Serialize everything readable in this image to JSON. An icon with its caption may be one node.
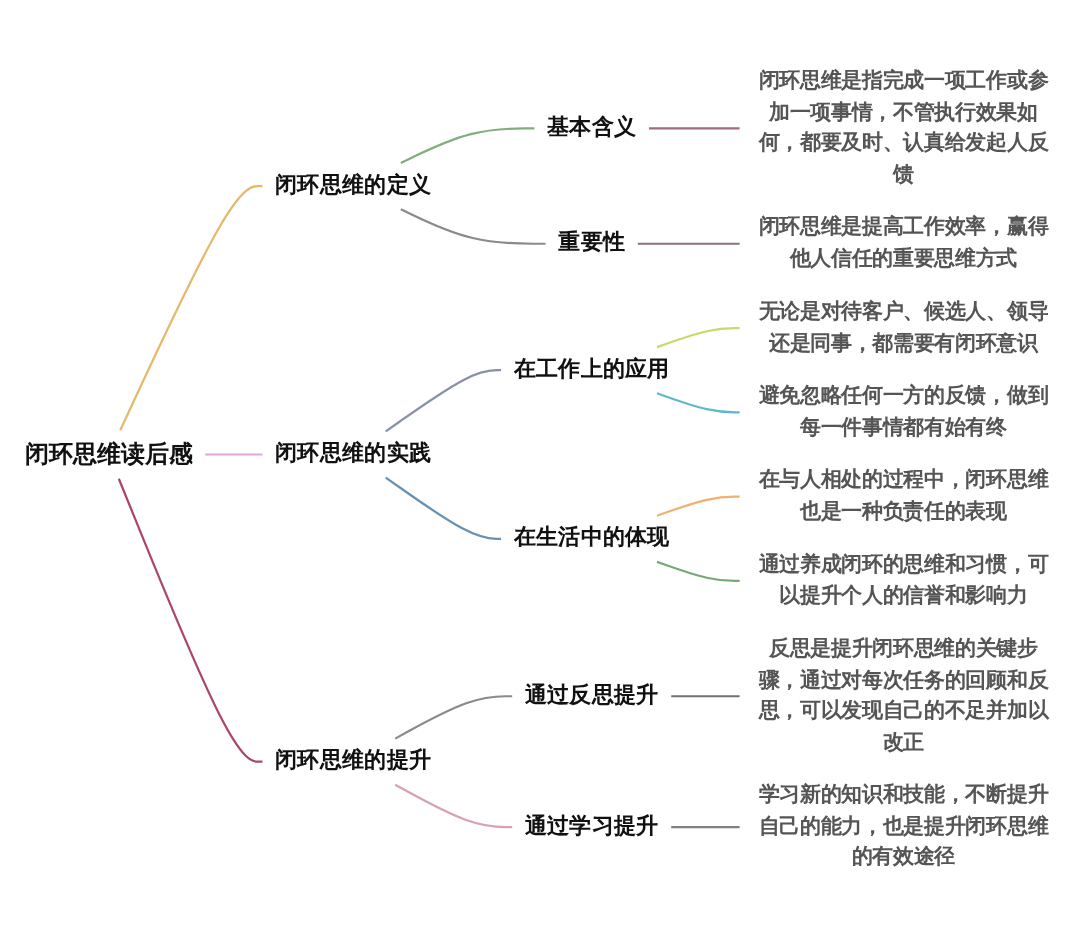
{
  "diagram": {
    "nodes": [
      {
        "text": [
          "闭环思维读后感"
        ]
      },
      {
        "text": [
          "闭环思维的定义"
        ]
      },
      {
        "text": [
          "基本含义"
        ]
      },
      {
        "text": [
          "闭环思维是指完成一项工作或参加一项事情，不管执行效果如何，都要及时、认真给发起人反馈"
        ]
      },
      {
        "text": [
          "重要性"
        ]
      },
      {
        "text": [
          "闭环思维是提高工作效率，赢得他人信任的重要思维方式"
        ]
      },
      {
        "text": [
          "闭环思维的实践"
        ]
      },
      {
        "text": [
          "在工作上的应用"
        ]
      },
      {
        "text": [
          "无论是对待客户、候选人、领导还是同事，都需要有闭环意识"
        ]
      },
      {
        "text": [
          "避免忽略任何一方的反馈，做到每一件事情都有始有终"
        ]
      },
      {
        "text": [
          "在生活中的体现"
        ]
      },
      {
        "text": [
          "在与人相处的过程中，闭环思维也是一种负责任的表现"
        ]
      },
      {
        "text": [
          "通过养成闭环的思维和习惯，可以提升个人的信誉和影响力"
        ]
      },
      {
        "text": [
          "闭环思维的提升"
        ]
      },
      {
        "text": [
          "通过反思提升"
        ]
      },
      {
        "text": [
          "反思是提升闭环思维的关键步骤，通过对每次任务的回顾和反思，可以发现自己的不足并加以改正"
        ]
      },
      {
        "text": [
          "通过学习提升"
        ]
      },
      {
        "text": [
          "学习新的知识和技能，不断提升自己的能力，也是提升闭环思维的有效途径"
        ]
      }
    ],
    "edges": [
      {
        "from": 0,
        "to": 1,
        "arrow": "none",
        "color": "#e6b86a"
      },
      {
        "from": 1,
        "to": 2,
        "arrow": "none",
        "color": "#7fae7f"
      },
      {
        "from": 2,
        "to": 3,
        "arrow": "none",
        "color": "#a06a80"
      },
      {
        "from": 1,
        "to": 4,
        "arrow": "none",
        "color": "#8a8a8a"
      },
      {
        "from": 4,
        "to": 5,
        "arrow": "none",
        "color": "#8a7080"
      },
      {
        "from": 0,
        "to": 6,
        "arrow": "none",
        "color": "#e0a8d8"
      },
      {
        "from": 6,
        "to": 7,
        "arrow": "none",
        "color": "#8890a8"
      },
      {
        "from": 7,
        "to": 8,
        "arrow": "none",
        "color": "#c8d870"
      },
      {
        "from": 7,
        "to": 9,
        "arrow": "none",
        "color": "#60b8c8"
      },
      {
        "from": 6,
        "to": 10,
        "arrow": "none",
        "color": "#6890b0"
      },
      {
        "from": 10,
        "to": 11,
        "arrow": "none",
        "color": "#f0b070"
      },
      {
        "from": 10,
        "to": 12,
        "arrow": "none",
        "color": "#78a878"
      },
      {
        "from": 0,
        "to": 13,
        "arrow": "none",
        "color": "#a84868"
      },
      {
        "from": 13,
        "to": 14,
        "arrow": "none",
        "color": "#8a8a8a"
      },
      {
        "from": 14,
        "to": 15,
        "arrow": "none",
        "color": "#707070"
      },
      {
        "from": 13,
        "to": 16,
        "arrow": "none",
        "color": "#d8a0b8"
      },
      {
        "from": 16,
        "to": 17,
        "arrow": "none",
        "color": "#808080"
      }
    ]
  }
}
